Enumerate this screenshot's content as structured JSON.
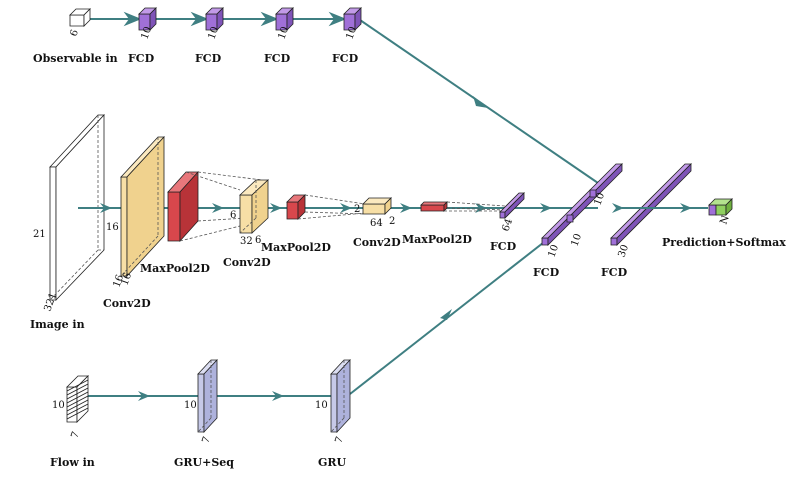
{
  "colors": {
    "connector": "#3f7f82",
    "fcd": "#a070d8",
    "conv": "#f7dfa6",
    "pool": "#d8474c",
    "gru": "#c6c9e8",
    "softmax": "#8fd060",
    "input": "#ffffff"
  },
  "observable": {
    "input_label": "Observable in",
    "input_dim": "6",
    "fcd_label": "FCD",
    "fcd_dims": [
      "10",
      "10",
      "10",
      "10"
    ]
  },
  "image": {
    "input_label": "Image in",
    "input_height": "21",
    "input_width": "321",
    "conv1_label": "Conv2D",
    "conv1_dims": [
      "16",
      "16",
      "16"
    ],
    "pool1_label": "MaxPool2D",
    "conv2_label": "Conv2D",
    "conv2_dims": [
      "6",
      "32",
      "6"
    ],
    "pool2_label": "MaxPool2D",
    "conv3_label": "Conv2D",
    "conv3_dims": [
      "2",
      "64",
      "2"
    ],
    "pool3_label": "MaxPool2D",
    "fcd_label": "FCD",
    "fcd_dim": "64"
  },
  "flow": {
    "input_label": "Flow in",
    "input_dims": [
      "10",
      "7"
    ],
    "gru_seq_label": "GRU+Seq",
    "gru_seq_dims": [
      "10",
      "7"
    ],
    "gru_label": "GRU",
    "gru_dims": [
      "10",
      "7"
    ]
  },
  "merge": {
    "fcd1_label": "FCD",
    "fcd1_dims": [
      "10",
      "10",
      "10"
    ],
    "fcd2_label": "FCD",
    "fcd2_dim": "30",
    "output_label": "Prediction+Softmax",
    "output_dim": "N"
  }
}
